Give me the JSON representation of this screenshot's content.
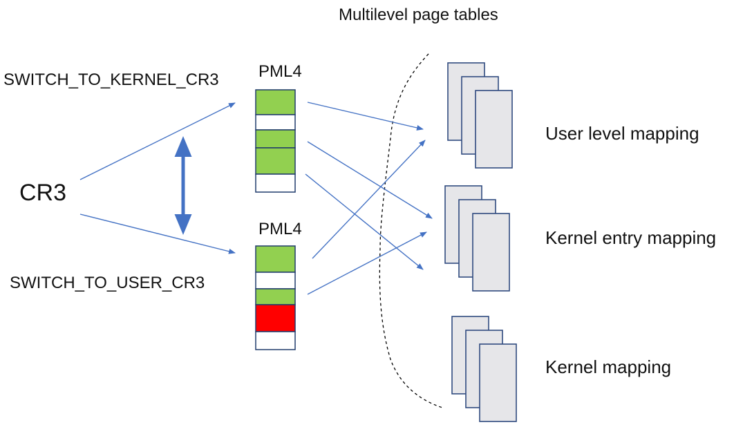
{
  "title": "Multilevel page tables",
  "cr3_label": "CR3",
  "switch_kernel_label": "SWITCH_TO_KERNEL_CR3",
  "switch_user_label": "SWITCH_TO_USER_CR3",
  "pml4_kernel": {
    "label": "PML4",
    "entries": [
      "green",
      "white",
      "green",
      "green",
      "white"
    ]
  },
  "pml4_user": {
    "label": "PML4",
    "entries": [
      "green",
      "white",
      "green",
      "red",
      "white"
    ]
  },
  "mappings": {
    "user": "User level mapping",
    "kernel_entry": "Kernel entry mapping",
    "kernel": "Kernel mapping"
  },
  "colors": {
    "arrow": "#4472C4",
    "entry_green": "#92D050",
    "entry_red": "#FF0000",
    "entry_white": "#FFFFFF",
    "table_border": "#1F3A6B",
    "page_fill": "#E6E6E9",
    "page_border": "#2F4A7F",
    "boundary": "#000000"
  }
}
